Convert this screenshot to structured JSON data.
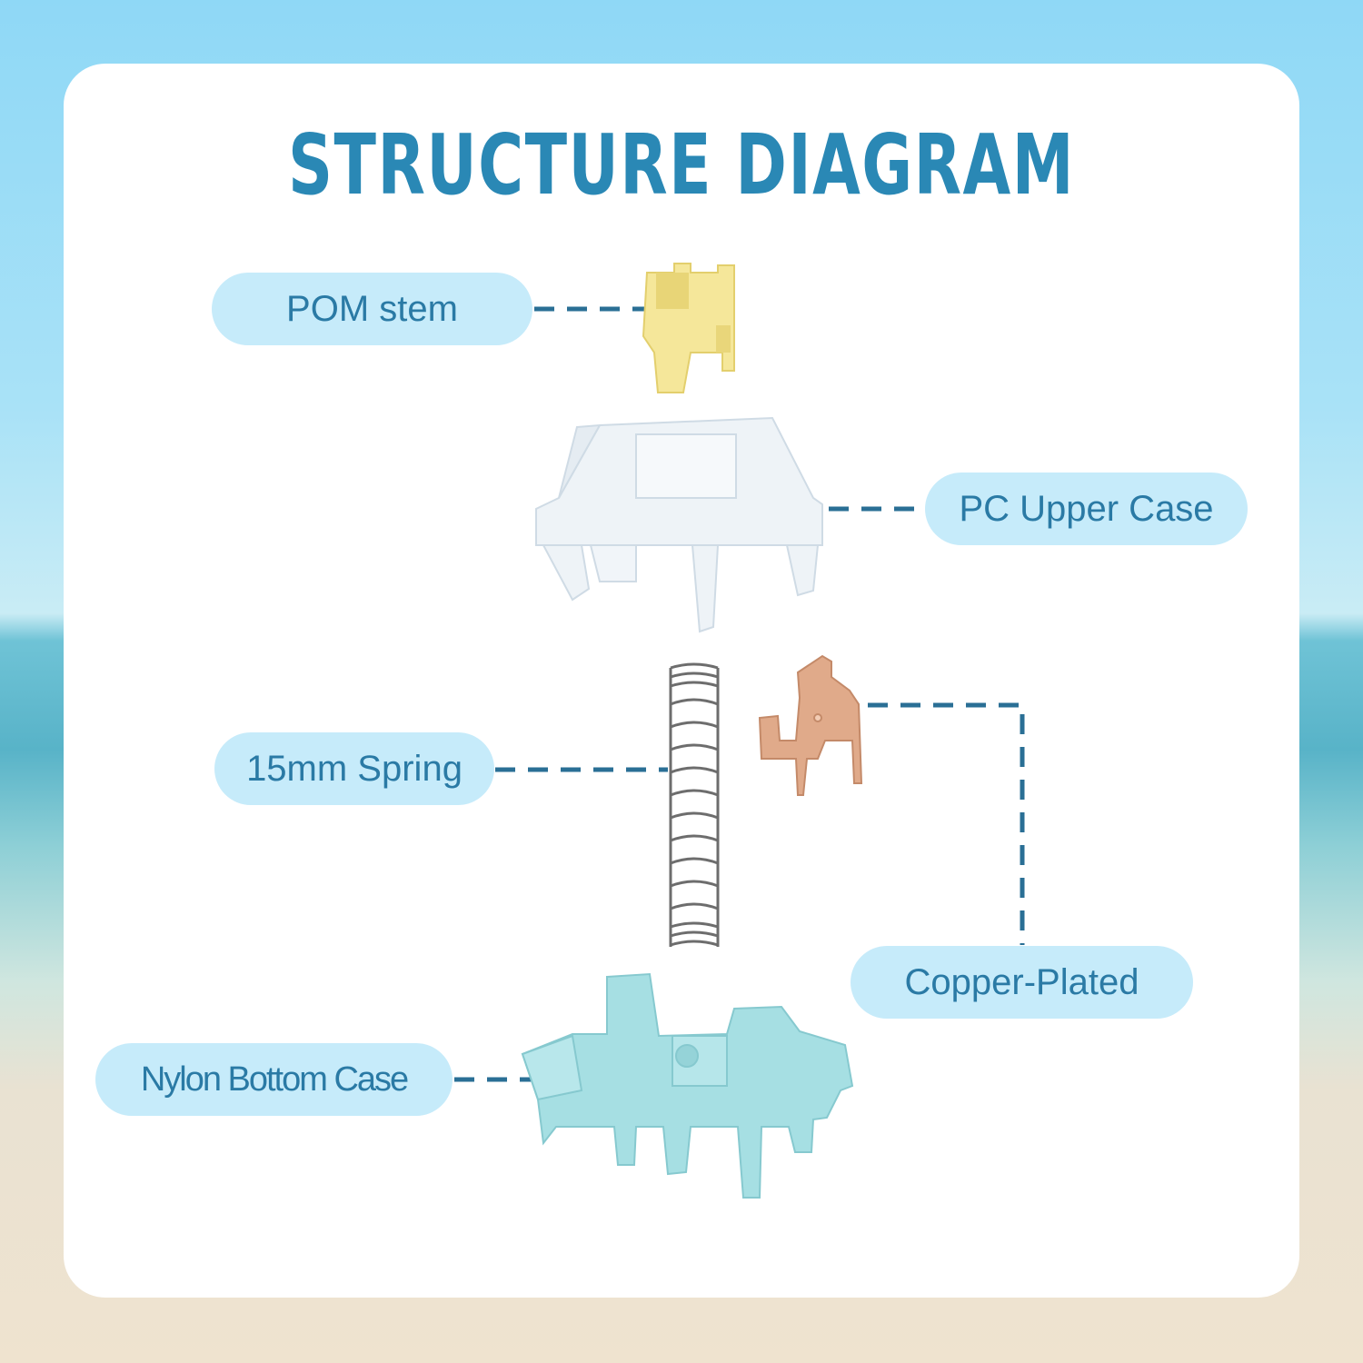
{
  "title": "STRUCTURE DIAGRAM",
  "labels": {
    "pom_stem": "POM stem",
    "pc_upper_case": "PC Upper Case",
    "spring": "15mm Spring",
    "copper_plated": "Copper-Plated",
    "nylon_bottom_case": "Nylon Bottom Case"
  },
  "colors": {
    "title": "#2a88b5",
    "pill_bg": "#c6ebfa",
    "pill_text": "#2a7aa5",
    "leader": "#2a6f95",
    "stem": "#f5e79a",
    "upper_case": "#eef3f7",
    "copper": "#e0aa8a",
    "bottom_case": "#a6dfe3"
  }
}
